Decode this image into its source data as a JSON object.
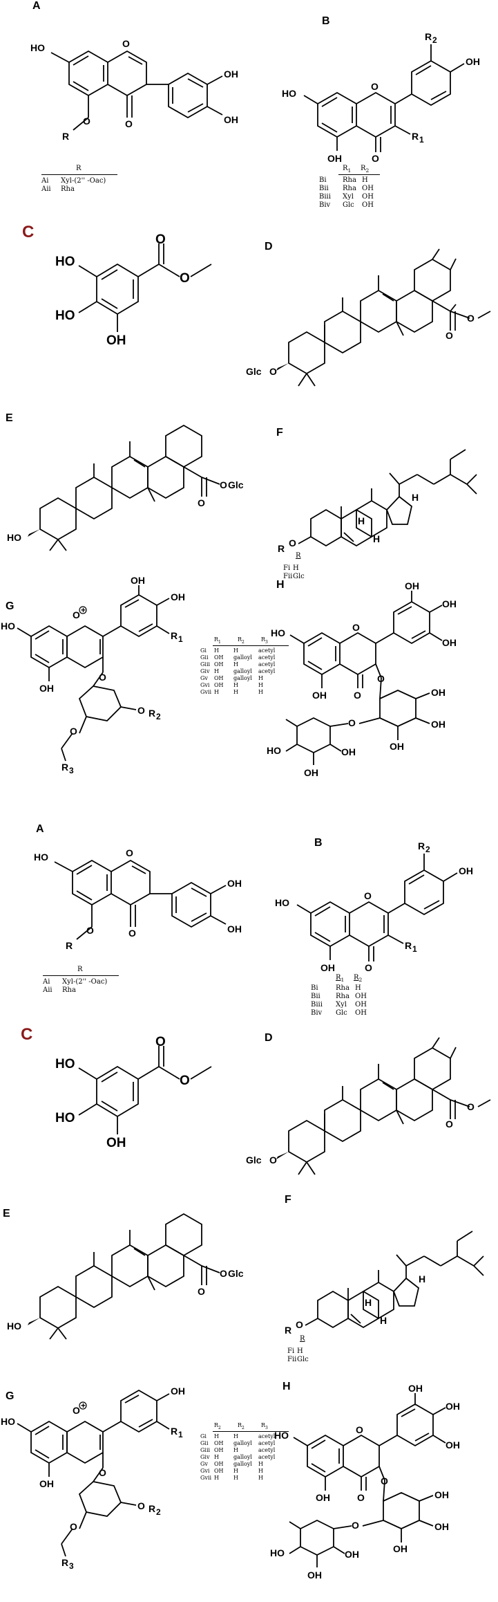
{
  "panel_letters": [
    "A",
    "B",
    "C",
    "D",
    "E",
    "F",
    "G",
    "H"
  ],
  "atoms": {
    "HO": "HO",
    "OH": "OH",
    "O": "O",
    "R": "R",
    "R1": "R",
    "R2": "R",
    "R3": "R",
    "sub1": "1",
    "sub2": "2",
    "sub3": "3",
    "Glc": "Glc",
    "H": "H",
    "plus": "+"
  },
  "table_A": {
    "header": "R",
    "rows": [
      [
        "Ai",
        "Xyl-(2'' -Oac)"
      ],
      [
        "Aii",
        "Rha"
      ]
    ]
  },
  "table_B": {
    "header": [
      "R1",
      "R2"
    ],
    "rows": [
      [
        "Bi",
        "Rha",
        "H"
      ],
      [
        "Bii",
        "Rha",
        "OH"
      ],
      [
        "Biii",
        "Xyl",
        "OH"
      ],
      [
        "Biv",
        "Glc",
        "OH"
      ]
    ]
  },
  "table_F": {
    "header": "R",
    "rows": [
      [
        "Fi",
        "H"
      ],
      [
        "Fii",
        "Glc"
      ]
    ]
  },
  "table_G_top": {
    "header": [
      "R1",
      "R2",
      "R3"
    ],
    "rows": [
      [
        "Gi",
        "H",
        "H",
        "acetyl"
      ],
      [
        "Gii",
        "OH",
        "galloyl",
        "acetyl"
      ],
      [
        "Giii",
        "OH",
        "H",
        "acetyl"
      ],
      [
        "Giv",
        "H",
        "galloyl",
        "acetyl"
      ],
      [
        "Gv",
        "OH",
        "galloyl",
        "H"
      ],
      [
        "Gvi",
        "OH",
        "H",
        "H"
      ],
      [
        "Gvii",
        "H",
        "H",
        "H"
      ]
    ]
  },
  "table_G_bottom": {
    "header": [
      "R2",
      "R2",
      "R3"
    ],
    "rows": [
      [
        "Gi",
        "H",
        "H",
        "acetyl"
      ],
      [
        "Gii",
        "OH",
        "galloyl",
        "acetyl"
      ],
      [
        "Giii",
        "OH",
        "H",
        "acetyl"
      ],
      [
        "Giv",
        "H",
        "galloyl",
        "acetyl"
      ],
      [
        "Gv",
        "OH",
        "galloyl",
        "H"
      ],
      [
        "Gvi",
        "OH",
        "H",
        "H"
      ],
      [
        "Gvii",
        "H",
        "H",
        "H"
      ]
    ]
  }
}
